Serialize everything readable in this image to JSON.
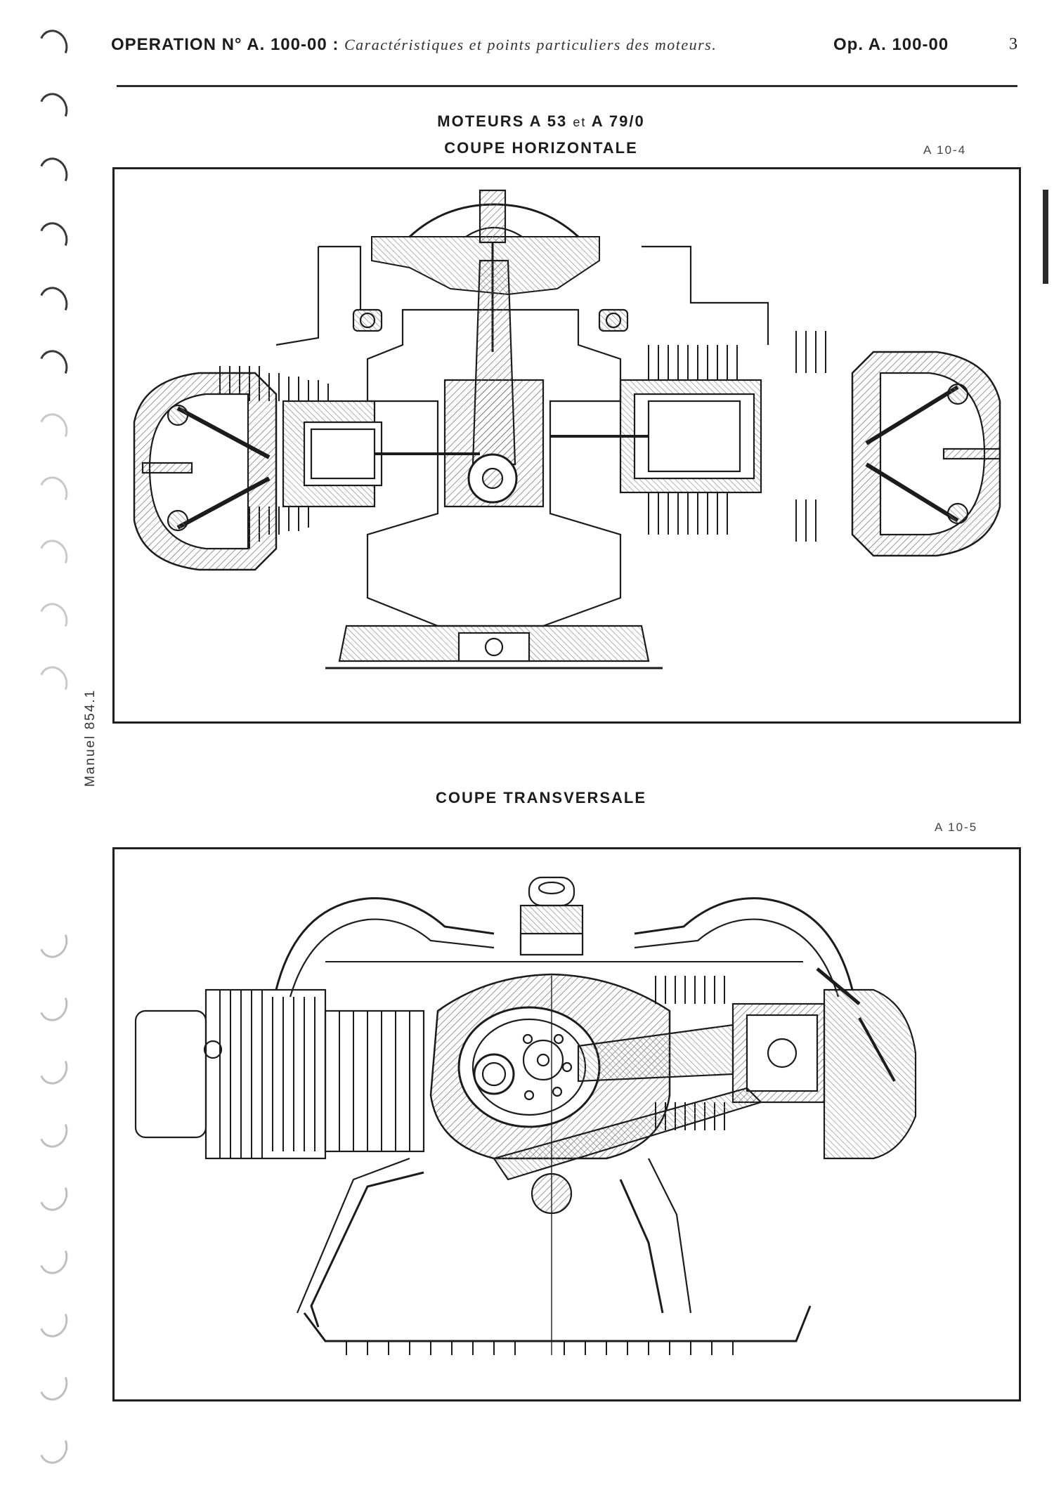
{
  "header": {
    "operation": "OPERATION N° A. 100-00 :",
    "subtitle": "Caractéristiques et points particuliers des moteurs.",
    "reference": "Op. A. 100-00",
    "page_number": "3"
  },
  "side_label": "Manuel 854.1",
  "figure1": {
    "title_line1_a": "MOTEURS A 53",
    "title_line1_et": "et",
    "title_line1_b": "A 79/0",
    "title_line2": "COUPE HORIZONTALE",
    "ref": "A 10-4"
  },
  "figure2": {
    "title": "COUPE TRANSVERSALE",
    "ref": "A 10-5"
  },
  "colors": {
    "ink": "#1c1c1c",
    "hatch": "#6b6b6b",
    "paper": "#ffffff"
  }
}
